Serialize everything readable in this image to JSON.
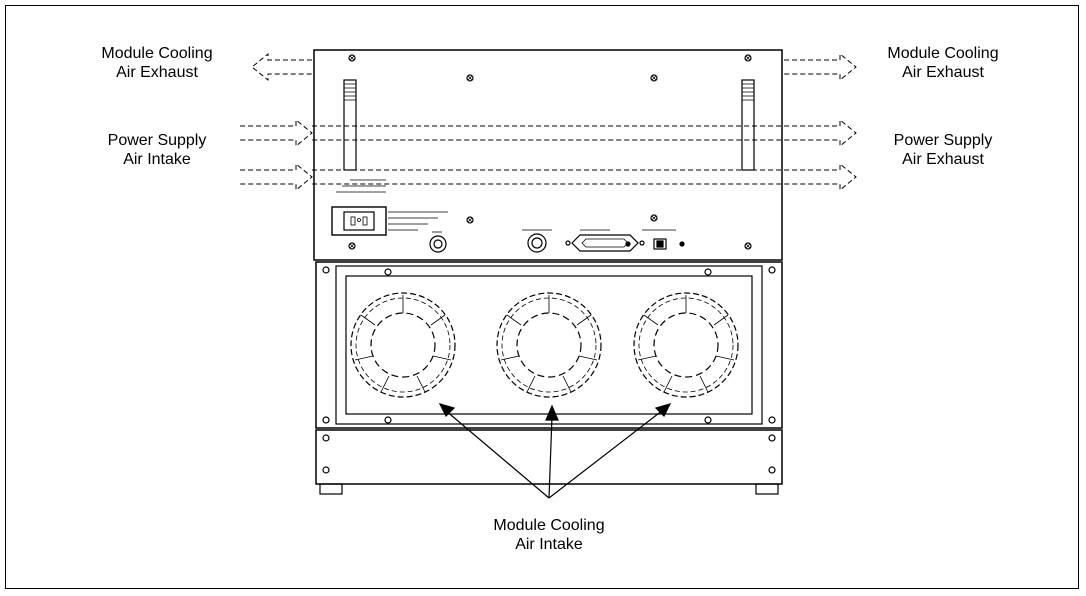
{
  "labels": {
    "left_exhaust": [
      "Module Cooling",
      "Air Exhaust"
    ],
    "right_exhaust": [
      "Module Cooling",
      "Air Exhaust"
    ],
    "left_intake": [
      "Power Supply",
      "Air Intake"
    ],
    "right_ps_exhaust": [
      "Power Supply",
      "Air Exhaust"
    ],
    "bottom_intake": [
      "Module Cooling",
      "Air Intake"
    ]
  },
  "colors": {
    "line": "#000000",
    "background": "#ffffff"
  }
}
